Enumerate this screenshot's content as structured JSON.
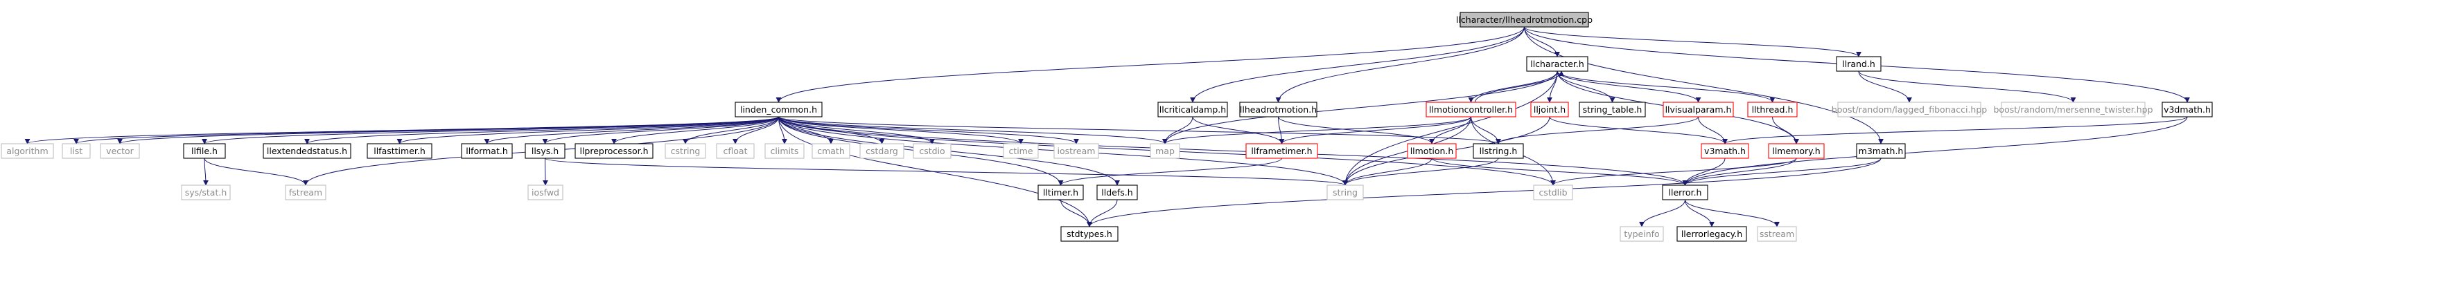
{
  "diagram": {
    "type": "doxygen-include-dependency-graph",
    "colors": {
      "edge": "#191970",
      "root_fill": "#bfbfbf",
      "file_border": "#000000",
      "file_text": "#000000",
      "link_border": "#ff0000",
      "link_text": "#000000",
      "system_border": "#bfbfbf",
      "system_text": "#8c8c8c"
    },
    "nodes": [
      {
        "id": "root",
        "label": "llcharacter/llheadrotmotion.cpp",
        "kind": "root"
      },
      {
        "id": "llcharacter_h",
        "label": "llcharacter.h",
        "kind": "file"
      },
      {
        "id": "llrand_h",
        "label": "llrand.h",
        "kind": "file"
      },
      {
        "id": "linden_common_h",
        "label": "linden_common.h",
        "kind": "file"
      },
      {
        "id": "llcriticaldamp_h",
        "label": "llcriticaldamp.h",
        "kind": "file"
      },
      {
        "id": "llheadrotmotion_h",
        "label": "llheadrotmotion.h",
        "kind": "file"
      },
      {
        "id": "llmotioncontroller_h",
        "label": "llmotioncontroller.h",
        "kind": "link"
      },
      {
        "id": "lljoint_h",
        "label": "lljoint.h",
        "kind": "link"
      },
      {
        "id": "string_table_h",
        "label": "string_table.h",
        "kind": "file"
      },
      {
        "id": "llvisualparam_h",
        "label": "llvisualparam.h",
        "kind": "link"
      },
      {
        "id": "llthread_h",
        "label": "llthread.h",
        "kind": "link"
      },
      {
        "id": "boost_lagged",
        "label": "boost/random/lagged_fibonacci.hpp",
        "kind": "system"
      },
      {
        "id": "boost_mersenne",
        "label": "boost/random/mersenne_twister.hpp",
        "kind": "system"
      },
      {
        "id": "v3dmath_h",
        "label": "v3dmath.h",
        "kind": "file"
      },
      {
        "id": "algorithm",
        "label": "algorithm",
        "kind": "system"
      },
      {
        "id": "list",
        "label": "list",
        "kind": "system"
      },
      {
        "id": "vector",
        "label": "vector",
        "kind": "system"
      },
      {
        "id": "llfile_h",
        "label": "llfile.h",
        "kind": "file"
      },
      {
        "id": "llextendedstatus_h",
        "label": "llextendedstatus.h",
        "kind": "file"
      },
      {
        "id": "llfasttimer_h",
        "label": "llfasttimer.h",
        "kind": "file"
      },
      {
        "id": "llformat_h",
        "label": "llformat.h",
        "kind": "file"
      },
      {
        "id": "llsys_h",
        "label": "llsys.h",
        "kind": "file"
      },
      {
        "id": "llpreprocessor_h",
        "label": "llpreprocessor.h",
        "kind": "file"
      },
      {
        "id": "cstring",
        "label": "cstring",
        "kind": "system"
      },
      {
        "id": "cfloat",
        "label": "cfloat",
        "kind": "system"
      },
      {
        "id": "climits",
        "label": "climits",
        "kind": "system"
      },
      {
        "id": "cmath",
        "label": "cmath",
        "kind": "system"
      },
      {
        "id": "cstdarg",
        "label": "cstdarg",
        "kind": "system"
      },
      {
        "id": "cstdio",
        "label": "cstdio",
        "kind": "system"
      },
      {
        "id": "ctime",
        "label": "ctime",
        "kind": "system"
      },
      {
        "id": "iostream",
        "label": "iostream",
        "kind": "system"
      },
      {
        "id": "map",
        "label": "map",
        "kind": "system"
      },
      {
        "id": "llframetimer_h",
        "label": "llframetimer.h",
        "kind": "link"
      },
      {
        "id": "llmotion_h",
        "label": "llmotion.h",
        "kind": "link"
      },
      {
        "id": "llstring_h",
        "label": "llstring.h",
        "kind": "file"
      },
      {
        "id": "v3math_h",
        "label": "v3math.h",
        "kind": "link"
      },
      {
        "id": "llmemory_h",
        "label": "llmemory.h",
        "kind": "link"
      },
      {
        "id": "m3math_h",
        "label": "m3math.h",
        "kind": "file"
      },
      {
        "id": "sys_stat_h",
        "label": "sys/stat.h",
        "kind": "system"
      },
      {
        "id": "fstream",
        "label": "fstream",
        "kind": "system"
      },
      {
        "id": "iosfwd",
        "label": "iosfwd",
        "kind": "system"
      },
      {
        "id": "lltimer_h",
        "label": "lltimer.h",
        "kind": "file"
      },
      {
        "id": "lldefs_h",
        "label": "lldefs.h",
        "kind": "file"
      },
      {
        "id": "string",
        "label": "string",
        "kind": "system"
      },
      {
        "id": "cstdlib",
        "label": "cstdlib",
        "kind": "system"
      },
      {
        "id": "llerror_h",
        "label": "llerror.h",
        "kind": "file"
      },
      {
        "id": "stdtypes_h",
        "label": "stdtypes.h",
        "kind": "file"
      },
      {
        "id": "typeinfo",
        "label": "typeinfo",
        "kind": "system"
      },
      {
        "id": "llerrorlegacy_h",
        "label": "llerrorlegacy.h",
        "kind": "file"
      },
      {
        "id": "sstream",
        "label": "sstream",
        "kind": "system"
      }
    ],
    "edges": [
      [
        "root",
        "linden_common_h"
      ],
      [
        "root",
        "llcriticaldamp_h"
      ],
      [
        "root",
        "llheadrotmotion_h"
      ],
      [
        "root",
        "llcharacter_h"
      ],
      [
        "root",
        "llrand_h"
      ],
      [
        "root",
        "m3math_h"
      ],
      [
        "root",
        "v3dmath_h"
      ],
      [
        "linden_common_h",
        "algorithm"
      ],
      [
        "linden_common_h",
        "list"
      ],
      [
        "linden_common_h",
        "vector"
      ],
      [
        "linden_common_h",
        "llfile_h"
      ],
      [
        "linden_common_h",
        "llextendedstatus_h"
      ],
      [
        "linden_common_h",
        "llfasttimer_h"
      ],
      [
        "linden_common_h",
        "llformat_h"
      ],
      [
        "linden_common_h",
        "llsys_h"
      ],
      [
        "linden_common_h",
        "llpreprocessor_h"
      ],
      [
        "linden_common_h",
        "cstring"
      ],
      [
        "linden_common_h",
        "cfloat"
      ],
      [
        "linden_common_h",
        "climits"
      ],
      [
        "linden_common_h",
        "cmath"
      ],
      [
        "linden_common_h",
        "cstdarg"
      ],
      [
        "linden_common_h",
        "cstdio"
      ],
      [
        "linden_common_h",
        "ctime"
      ],
      [
        "linden_common_h",
        "iostream"
      ],
      [
        "linden_common_h",
        "map"
      ],
      [
        "linden_common_h",
        "llstring_h"
      ],
      [
        "linden_common_h",
        "lltimer_h"
      ],
      [
        "linden_common_h",
        "lldefs_h"
      ],
      [
        "linden_common_h",
        "stdtypes_h"
      ],
      [
        "linden_common_h",
        "fstream"
      ],
      [
        "linden_common_h",
        "cstdlib"
      ],
      [
        "linden_common_h",
        "llerror_h"
      ],
      [
        "linden_common_h",
        "string"
      ],
      [
        "llfile_h",
        "sys_stat_h"
      ],
      [
        "llfile_h",
        "fstream"
      ],
      [
        "llsys_h",
        "iosfwd"
      ],
      [
        "llsys_h",
        "string"
      ],
      [
        "llcriticaldamp_h",
        "map"
      ],
      [
        "llcriticaldamp_h",
        "llframetimer_h"
      ],
      [
        "llheadrotmotion_h",
        "llframetimer_h"
      ],
      [
        "llheadrotmotion_h",
        "llmotion_h"
      ],
      [
        "llcharacter_h",
        "llmotioncontroller_h"
      ],
      [
        "llcharacter_h",
        "lljoint_h"
      ],
      [
        "llcharacter_h",
        "string_table_h"
      ],
      [
        "llcharacter_h",
        "llvisualparam_h"
      ],
      [
        "llcharacter_h",
        "llthread_h"
      ],
      [
        "llcharacter_h",
        "llmemory_h"
      ],
      [
        "llcharacter_h",
        "map"
      ],
      [
        "llcharacter_h",
        "string"
      ],
      [
        "llmotioncontroller_h",
        "llcharacter_h"
      ],
      [
        "llmotioncontroller_h",
        "map"
      ],
      [
        "llmotioncontroller_h",
        "llframetimer_h"
      ],
      [
        "llmotioncontroller_h",
        "llmotion_h"
      ],
      [
        "llmotioncontroller_h",
        "llstring_h"
      ],
      [
        "llmotioncontroller_h",
        "string"
      ],
      [
        "llmotioncontroller_h",
        "cstdlib"
      ],
      [
        "lljoint_h",
        "v3math_h"
      ],
      [
        "lljoint_h",
        "string"
      ],
      [
        "llvisualparam_h",
        "v3math_h"
      ],
      [
        "llvisualparam_h",
        "llstring_h"
      ],
      [
        "llthread_h",
        "llmemory_h"
      ],
      [
        "llrand_h",
        "boost_lagged"
      ],
      [
        "llrand_h",
        "boost_mersenne"
      ],
      [
        "v3dmath_h",
        "llerror_h"
      ],
      [
        "v3dmath_h",
        "v3math_h"
      ],
      [
        "m3math_h",
        "llerror_h"
      ],
      [
        "m3math_h",
        "stdtypes_h"
      ],
      [
        "llframetimer_h",
        "lltimer_h"
      ],
      [
        "llmotion_h",
        "string"
      ],
      [
        "llmotion_h",
        "llerror_h"
      ],
      [
        "llstring_h",
        "string"
      ],
      [
        "v3math_h",
        "llerror_h"
      ],
      [
        "llmemory_h",
        "llerror_h"
      ],
      [
        "llmemory_h",
        "cstdlib"
      ],
      [
        "lltimer_h",
        "stdtypes_h"
      ],
      [
        "lldefs_h",
        "stdtypes_h"
      ],
      [
        "llerror_h",
        "typeinfo"
      ],
      [
        "llerror_h",
        "llerrorlegacy_h"
      ],
      [
        "llerror_h",
        "sstream"
      ]
    ]
  }
}
